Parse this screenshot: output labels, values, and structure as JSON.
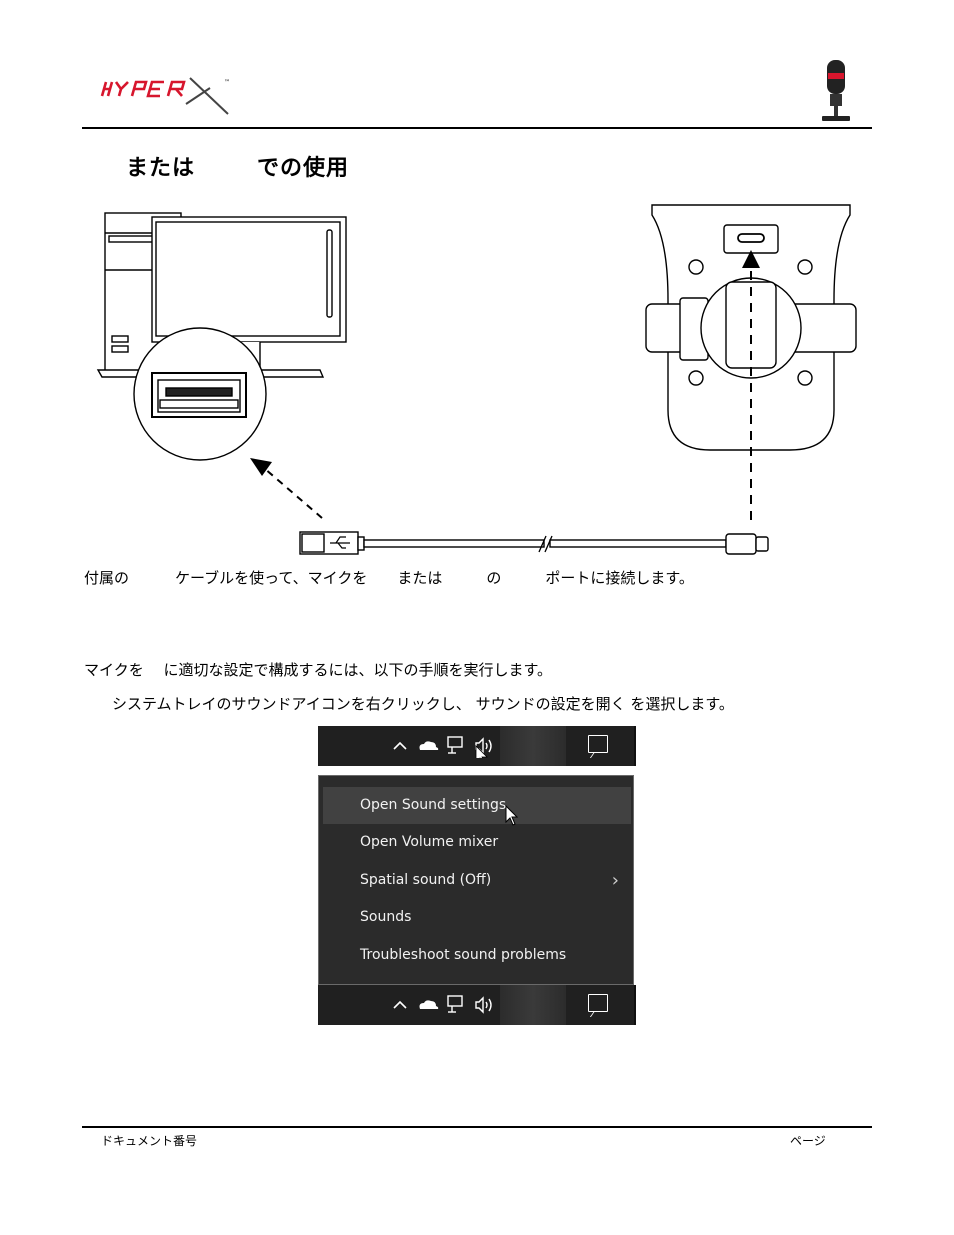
{
  "header": {
    "logo_text": "HYPERX",
    "logo_tm": "™"
  },
  "section": {
    "title_part1": "または",
    "title_part2": "での使用"
  },
  "instructions": {
    "connect_parts": [
      "付属の",
      "ケーブルを使って、マイクを",
      "または",
      "の",
      "ポートに接続します。"
    ],
    "configure": "マイクを　 に適切な設定で構成するには、以下の手順を実行します。",
    "step1": "システムトレイのサウンドアイコンを右クリックし、 サウンドの設定を開く を選択します。"
  },
  "context_menu": {
    "items": [
      {
        "label": "Open Sound settings"
      },
      {
        "label": "Open Volume mixer"
      },
      {
        "label": "Spatial sound (Off)",
        "submenu": "chevron-right-icon"
      },
      {
        "label": "Sounds"
      },
      {
        "label": "Troubleshoot sound problems"
      }
    ]
  },
  "taskbar": {
    "icons": [
      "chevron-up-icon",
      "onedrive-cloud-icon",
      "network-icon",
      "speaker-icon",
      "notification-icon"
    ]
  },
  "footer": {
    "doc_number": "ドキュメント番号",
    "page": "ページ"
  },
  "colors": {
    "brand_red": "#d7162d",
    "menu_bg": "#2b2b2b",
    "taskbar_bg": "#202020"
  }
}
